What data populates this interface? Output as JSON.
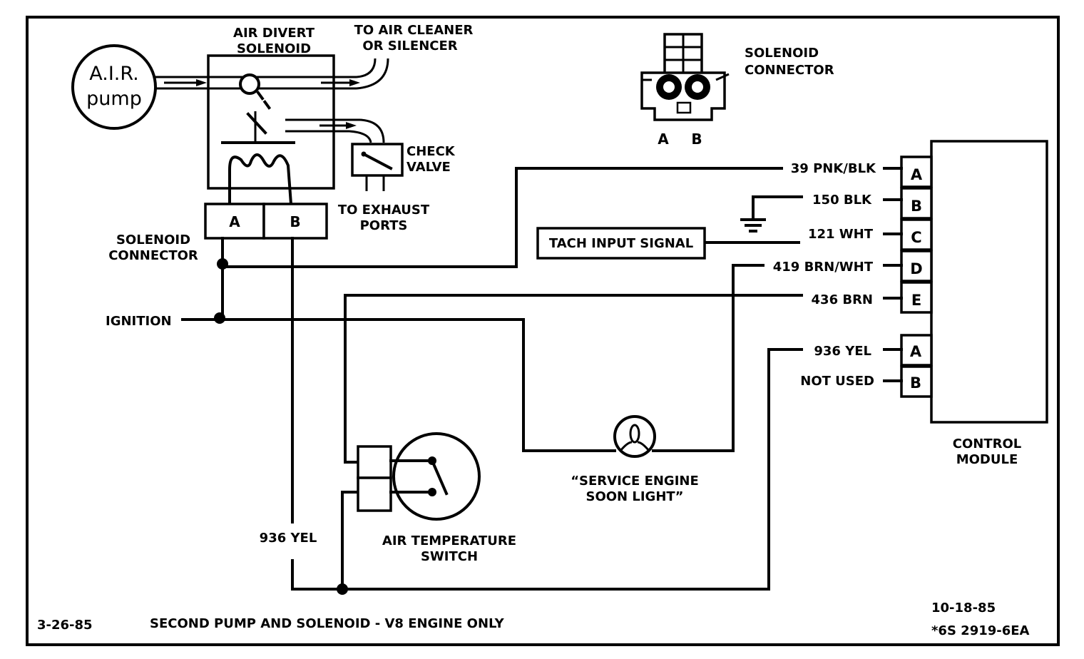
{
  "air_pump": {
    "line1": "A.I.R.",
    "line2": "pump"
  },
  "air_divert_solenoid": {
    "line1": "AIR DIVERT",
    "line2": "SOLENOID"
  },
  "air_cleaner": {
    "line1": "TO AIR CLEANER",
    "line2": "OR SILENCER"
  },
  "check_valve": {
    "line1": "CHECK",
    "line2": "VALVE"
  },
  "exhaust_ports": {
    "line1": "TO EXHAUST",
    "line2": "PORTS"
  },
  "solenoid_connector_left": {
    "line1": "SOLENOID",
    "line2": "CONNECTOR",
    "pin_a": "A",
    "pin_b": "B"
  },
  "solenoid_connector_right": {
    "line1": "SOLENOID",
    "line2": "CONNECTOR",
    "pin_a": "A",
    "pin_b": "B"
  },
  "ignition": "IGNITION",
  "tach_input": "TACH INPUT SIGNAL",
  "wires": {
    "w39": "39 PNK/BLK",
    "w150": "150 BLK",
    "w121": "121 WHT",
    "w419": "419 BRN/WHT",
    "w436": "436 BRN",
    "w936r": "936 YEL",
    "not_used": "NOT USED",
    "w936l": "936 YEL"
  },
  "control_module": {
    "line1": "CONTROL",
    "line2": "MODULE",
    "pins_top": [
      "A",
      "B",
      "C",
      "D",
      "E"
    ],
    "pins_bottom": [
      "A",
      "B"
    ]
  },
  "service_light": {
    "line1": "“SERVICE ENGINE",
    "line2": "SOON LIGHT”"
  },
  "air_temp_switch": {
    "line1": "AIR TEMPERATURE",
    "line2": "SWITCH"
  },
  "footer": {
    "date_left": "3-26-85",
    "caption": "SECOND PUMP AND SOLENOID - V8 ENGINE ONLY",
    "date_right": "10-18-85",
    "code": "*6S 2919-6EA"
  }
}
